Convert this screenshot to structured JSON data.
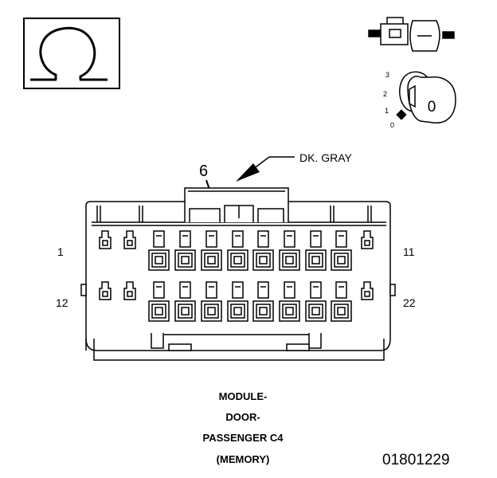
{
  "wire_color_label": "DK. GRAY",
  "pin_callout": "6",
  "pin_labels": {
    "top_left": "1",
    "top_right": "11",
    "bottom_left": "12",
    "bottom_right": "22"
  },
  "key_positions": [
    "3",
    "2",
    "1",
    "0"
  ],
  "key_label": "0",
  "caption": [
    "MODULE-",
    "DOOR-",
    "PASSENGER C4",
    "(MEMORY)"
  ],
  "doc_number": "01801229",
  "icons": [
    "omega-symbol-icon",
    "connector-icon",
    "ignition-key-icon"
  ]
}
